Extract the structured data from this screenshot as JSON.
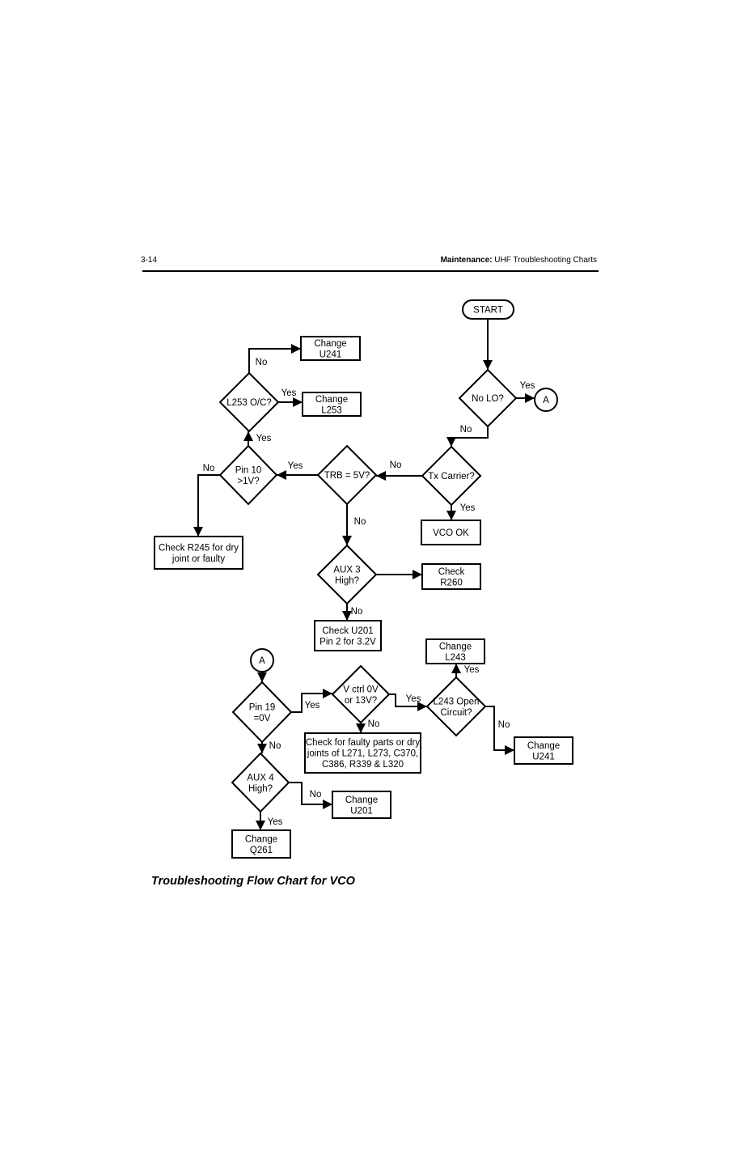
{
  "header": {
    "page_number": "3-14",
    "section_bold": "Maintenance:",
    "section_rest": " UHF Troubleshooting Charts"
  },
  "caption": "Troubleshooting Flow Chart for VCO",
  "flowchart": {
    "nodes": {
      "start": {
        "type": "terminator",
        "lines": [
          "START"
        ]
      },
      "no_lo": {
        "type": "decision",
        "lines": [
          "No LO?"
        ]
      },
      "connector_a_top": {
        "type": "connector",
        "lines": [
          "A"
        ]
      },
      "tx_carrier": {
        "type": "decision",
        "lines": [
          "Tx Carrier?"
        ]
      },
      "vco_ok": {
        "type": "process",
        "lines": [
          "VCO OK"
        ]
      },
      "trb_5v": {
        "type": "decision",
        "lines": [
          "TRB = 5V?"
        ]
      },
      "pin10": {
        "type": "decision",
        "lines": [
          "Pin 10",
          ">1V?"
        ]
      },
      "l253_oc": {
        "type": "decision",
        "lines": [
          "L253 O/C?"
        ]
      },
      "change_u241_a": {
        "type": "process",
        "lines": [
          "Change",
          "U241"
        ]
      },
      "change_l253": {
        "type": "process",
        "lines": [
          "Change",
          "L253"
        ]
      },
      "check_r245": {
        "type": "process",
        "lines": [
          "Check R245 for dry",
          "joint or faulty"
        ]
      },
      "aux3_high": {
        "type": "decision",
        "lines": [
          "AUX 3",
          "High?"
        ]
      },
      "check_r260": {
        "type": "process",
        "lines": [
          "Check",
          "R260"
        ]
      },
      "check_u201": {
        "type": "process",
        "lines": [
          "Check U201",
          "Pin 2 for 3.2V"
        ]
      },
      "connector_a_bottom": {
        "type": "connector",
        "lines": [
          "A"
        ]
      },
      "pin19": {
        "type": "decision",
        "lines": [
          "Pin 19",
          "=0V"
        ]
      },
      "vctrl": {
        "type": "decision",
        "lines": [
          "V ctrl 0V",
          "or 13V?"
        ]
      },
      "check_faulty": {
        "type": "process",
        "lines": [
          "Check for faulty parts or dry",
          "joints of L271, L273, C370,",
          "C386, R339 & L320"
        ]
      },
      "l243_open": {
        "type": "decision",
        "lines": [
          "L243 Open",
          "Circuit?"
        ]
      },
      "change_l243": {
        "type": "process",
        "lines": [
          "Change",
          "L243"
        ]
      },
      "change_u241_b": {
        "type": "process",
        "lines": [
          "Change",
          "U241"
        ]
      },
      "aux4_high": {
        "type": "decision",
        "lines": [
          "AUX 4",
          "High?"
        ]
      },
      "change_u201": {
        "type": "process",
        "lines": [
          "Change",
          "U201"
        ]
      },
      "change_q261": {
        "type": "process",
        "lines": [
          "Change",
          "Q261"
        ]
      }
    },
    "edges": [
      {
        "from": "start",
        "to": "no_lo",
        "label": ""
      },
      {
        "from": "no_lo",
        "to": "connector_a_top",
        "label": "Yes"
      },
      {
        "from": "no_lo",
        "to": "tx_carrier",
        "label": "No"
      },
      {
        "from": "tx_carrier",
        "to": "vco_ok",
        "label": "Yes"
      },
      {
        "from": "tx_carrier",
        "to": "trb_5v",
        "label": "No"
      },
      {
        "from": "trb_5v",
        "to": "pin10",
        "label": "Yes"
      },
      {
        "from": "trb_5v",
        "to": "aux3_high",
        "label": "No"
      },
      {
        "from": "pin10",
        "to": "l253_oc",
        "label": "Yes"
      },
      {
        "from": "pin10",
        "to": "check_r245",
        "label": "No"
      },
      {
        "from": "l253_oc",
        "to": "change_l253",
        "label": "Yes"
      },
      {
        "from": "l253_oc",
        "to": "change_u241_a",
        "label": "No"
      },
      {
        "from": "aux3_high",
        "to": "check_r260",
        "label": ""
      },
      {
        "from": "aux3_high",
        "to": "check_u201",
        "label": "No"
      },
      {
        "from": "connector_a_bottom",
        "to": "pin19",
        "label": ""
      },
      {
        "from": "pin19",
        "to": "vctrl",
        "label": "Yes"
      },
      {
        "from": "pin19",
        "to": "aux4_high",
        "label": "No"
      },
      {
        "from": "vctrl",
        "to": "l243_open",
        "label": "Yes"
      },
      {
        "from": "vctrl",
        "to": "check_faulty",
        "label": "No"
      },
      {
        "from": "l243_open",
        "to": "change_l243",
        "label": "Yes"
      },
      {
        "from": "l243_open",
        "to": "change_u241_b",
        "label": "No"
      },
      {
        "from": "aux4_high",
        "to": "change_q261",
        "label": "Yes"
      },
      {
        "from": "aux4_high",
        "to": "change_u201",
        "label": "No"
      }
    ]
  }
}
